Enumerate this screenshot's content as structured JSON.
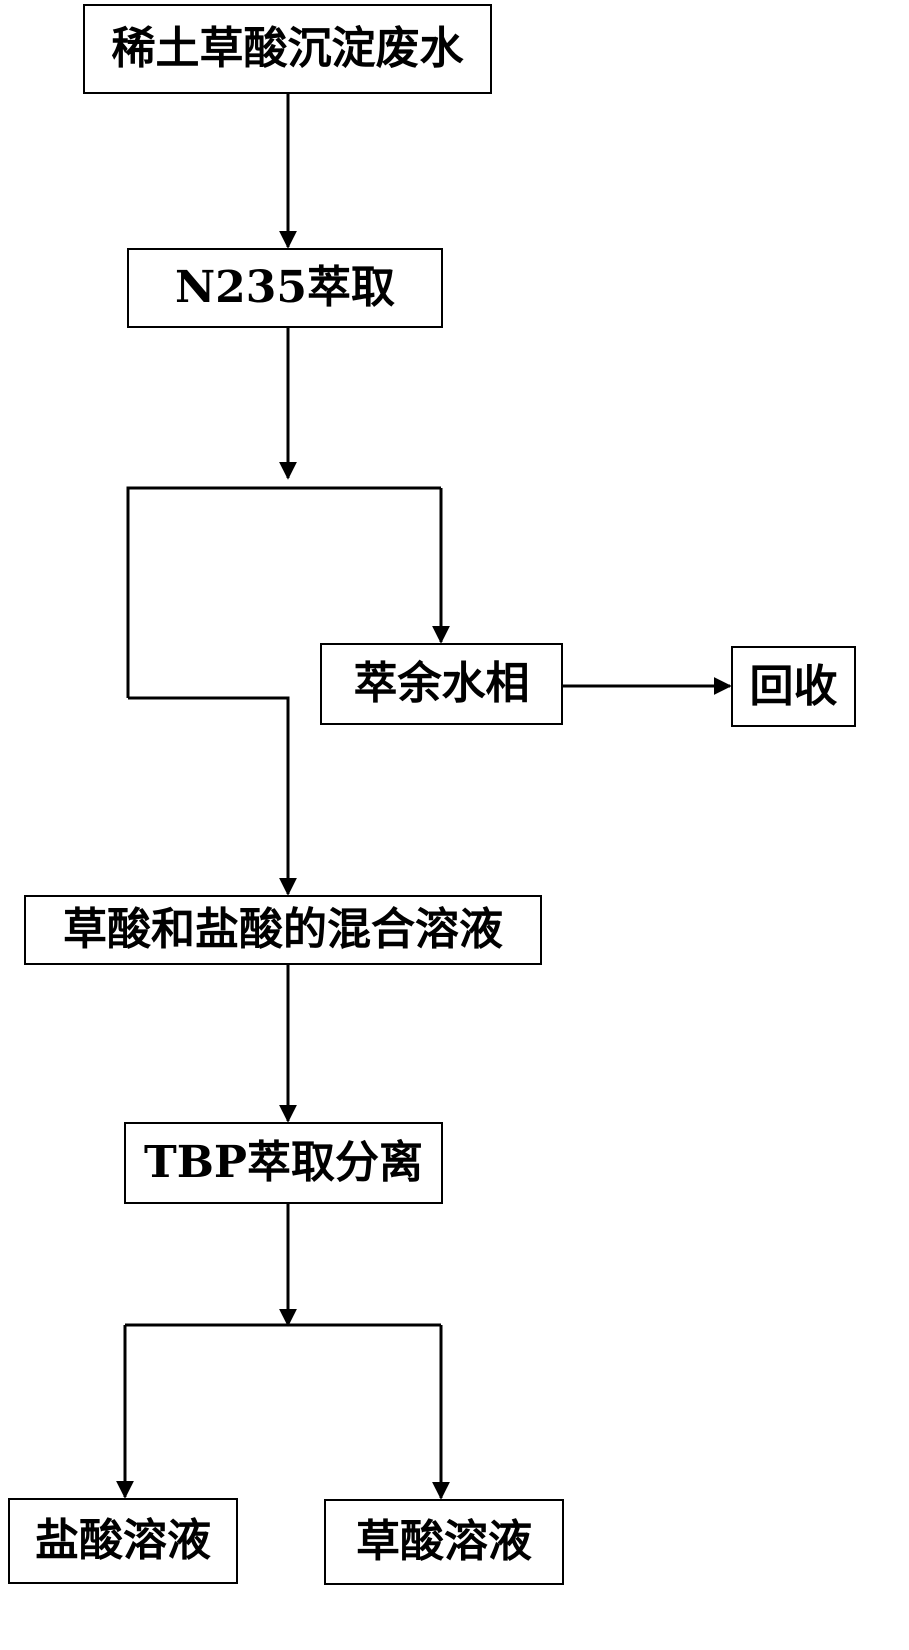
{
  "diagram": {
    "nodes": {
      "waste_water": "稀土草酸沉淀废水",
      "n235_extraction": "N235萃取",
      "raffinate_aqueous": "萃余水相",
      "recovery": "回收",
      "mixed_solution": "草酸和盐酸的混合溶液",
      "tbp_separation": "TBP萃取分离",
      "hcl_solution": "盐酸溶液",
      "oxalic_solution": "草酸溶液"
    },
    "colors": {
      "line": "#000000",
      "box_border": "#000000",
      "background": "#ffffff"
    }
  }
}
